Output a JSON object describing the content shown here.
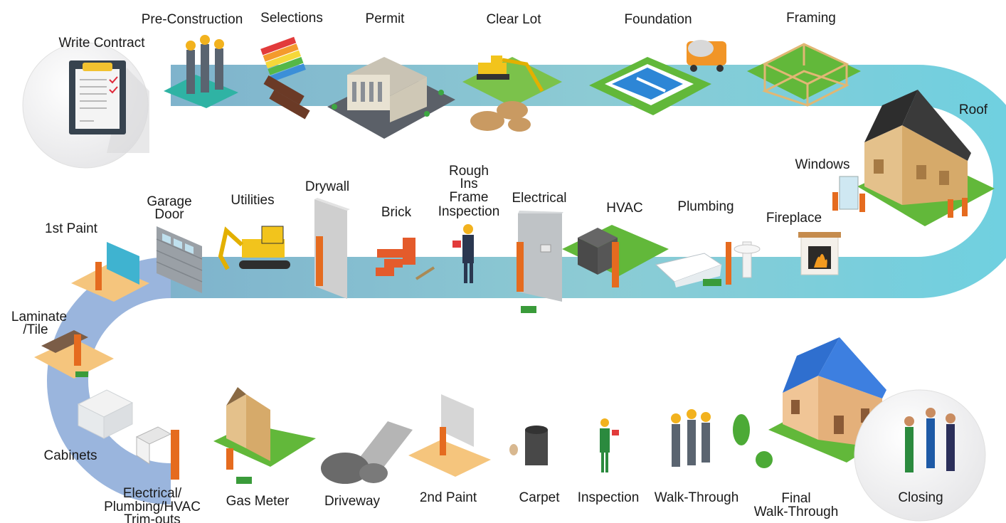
{
  "stages": {
    "write_contract": "Write Contract",
    "pre_construction": "Pre-Construction",
    "selections": "Selections",
    "permit": "Permit",
    "clear_lot": "Clear Lot",
    "foundation": "Foundation",
    "framing": "Framing",
    "roof": "Roof",
    "windows": "Windows",
    "fireplace": "Fireplace",
    "plumbing": "Plumbing",
    "hvac": "HVAC",
    "electrical": "Electrical",
    "rough_ins_1": "Rough",
    "rough_ins_2": "Ins",
    "rough_ins_3": "Frame",
    "rough_ins_4": "Inspection",
    "brick": "Brick",
    "drywall": "Drywall",
    "utilities": "Utilities",
    "garage_door_1": "Garage",
    "garage_door_2": "Door",
    "first_paint": "1st Paint",
    "laminate_1": "Laminate",
    "laminate_2": "/Tile",
    "cabinets": "Cabinets",
    "trimouts_1": "Electrical/",
    "trimouts_2": "Plumbing/HVAC",
    "trimouts_3": "Trim-outs",
    "gas_meter": "Gas Meter",
    "driveway": "Driveway",
    "second_paint": "2nd Paint",
    "carpet": "Carpet",
    "inspection": "Inspection",
    "walk_through": "Walk-Through",
    "final_walk_1": "Final",
    "final_walk_2": "Walk-Through",
    "closing": "Closing"
  }
}
